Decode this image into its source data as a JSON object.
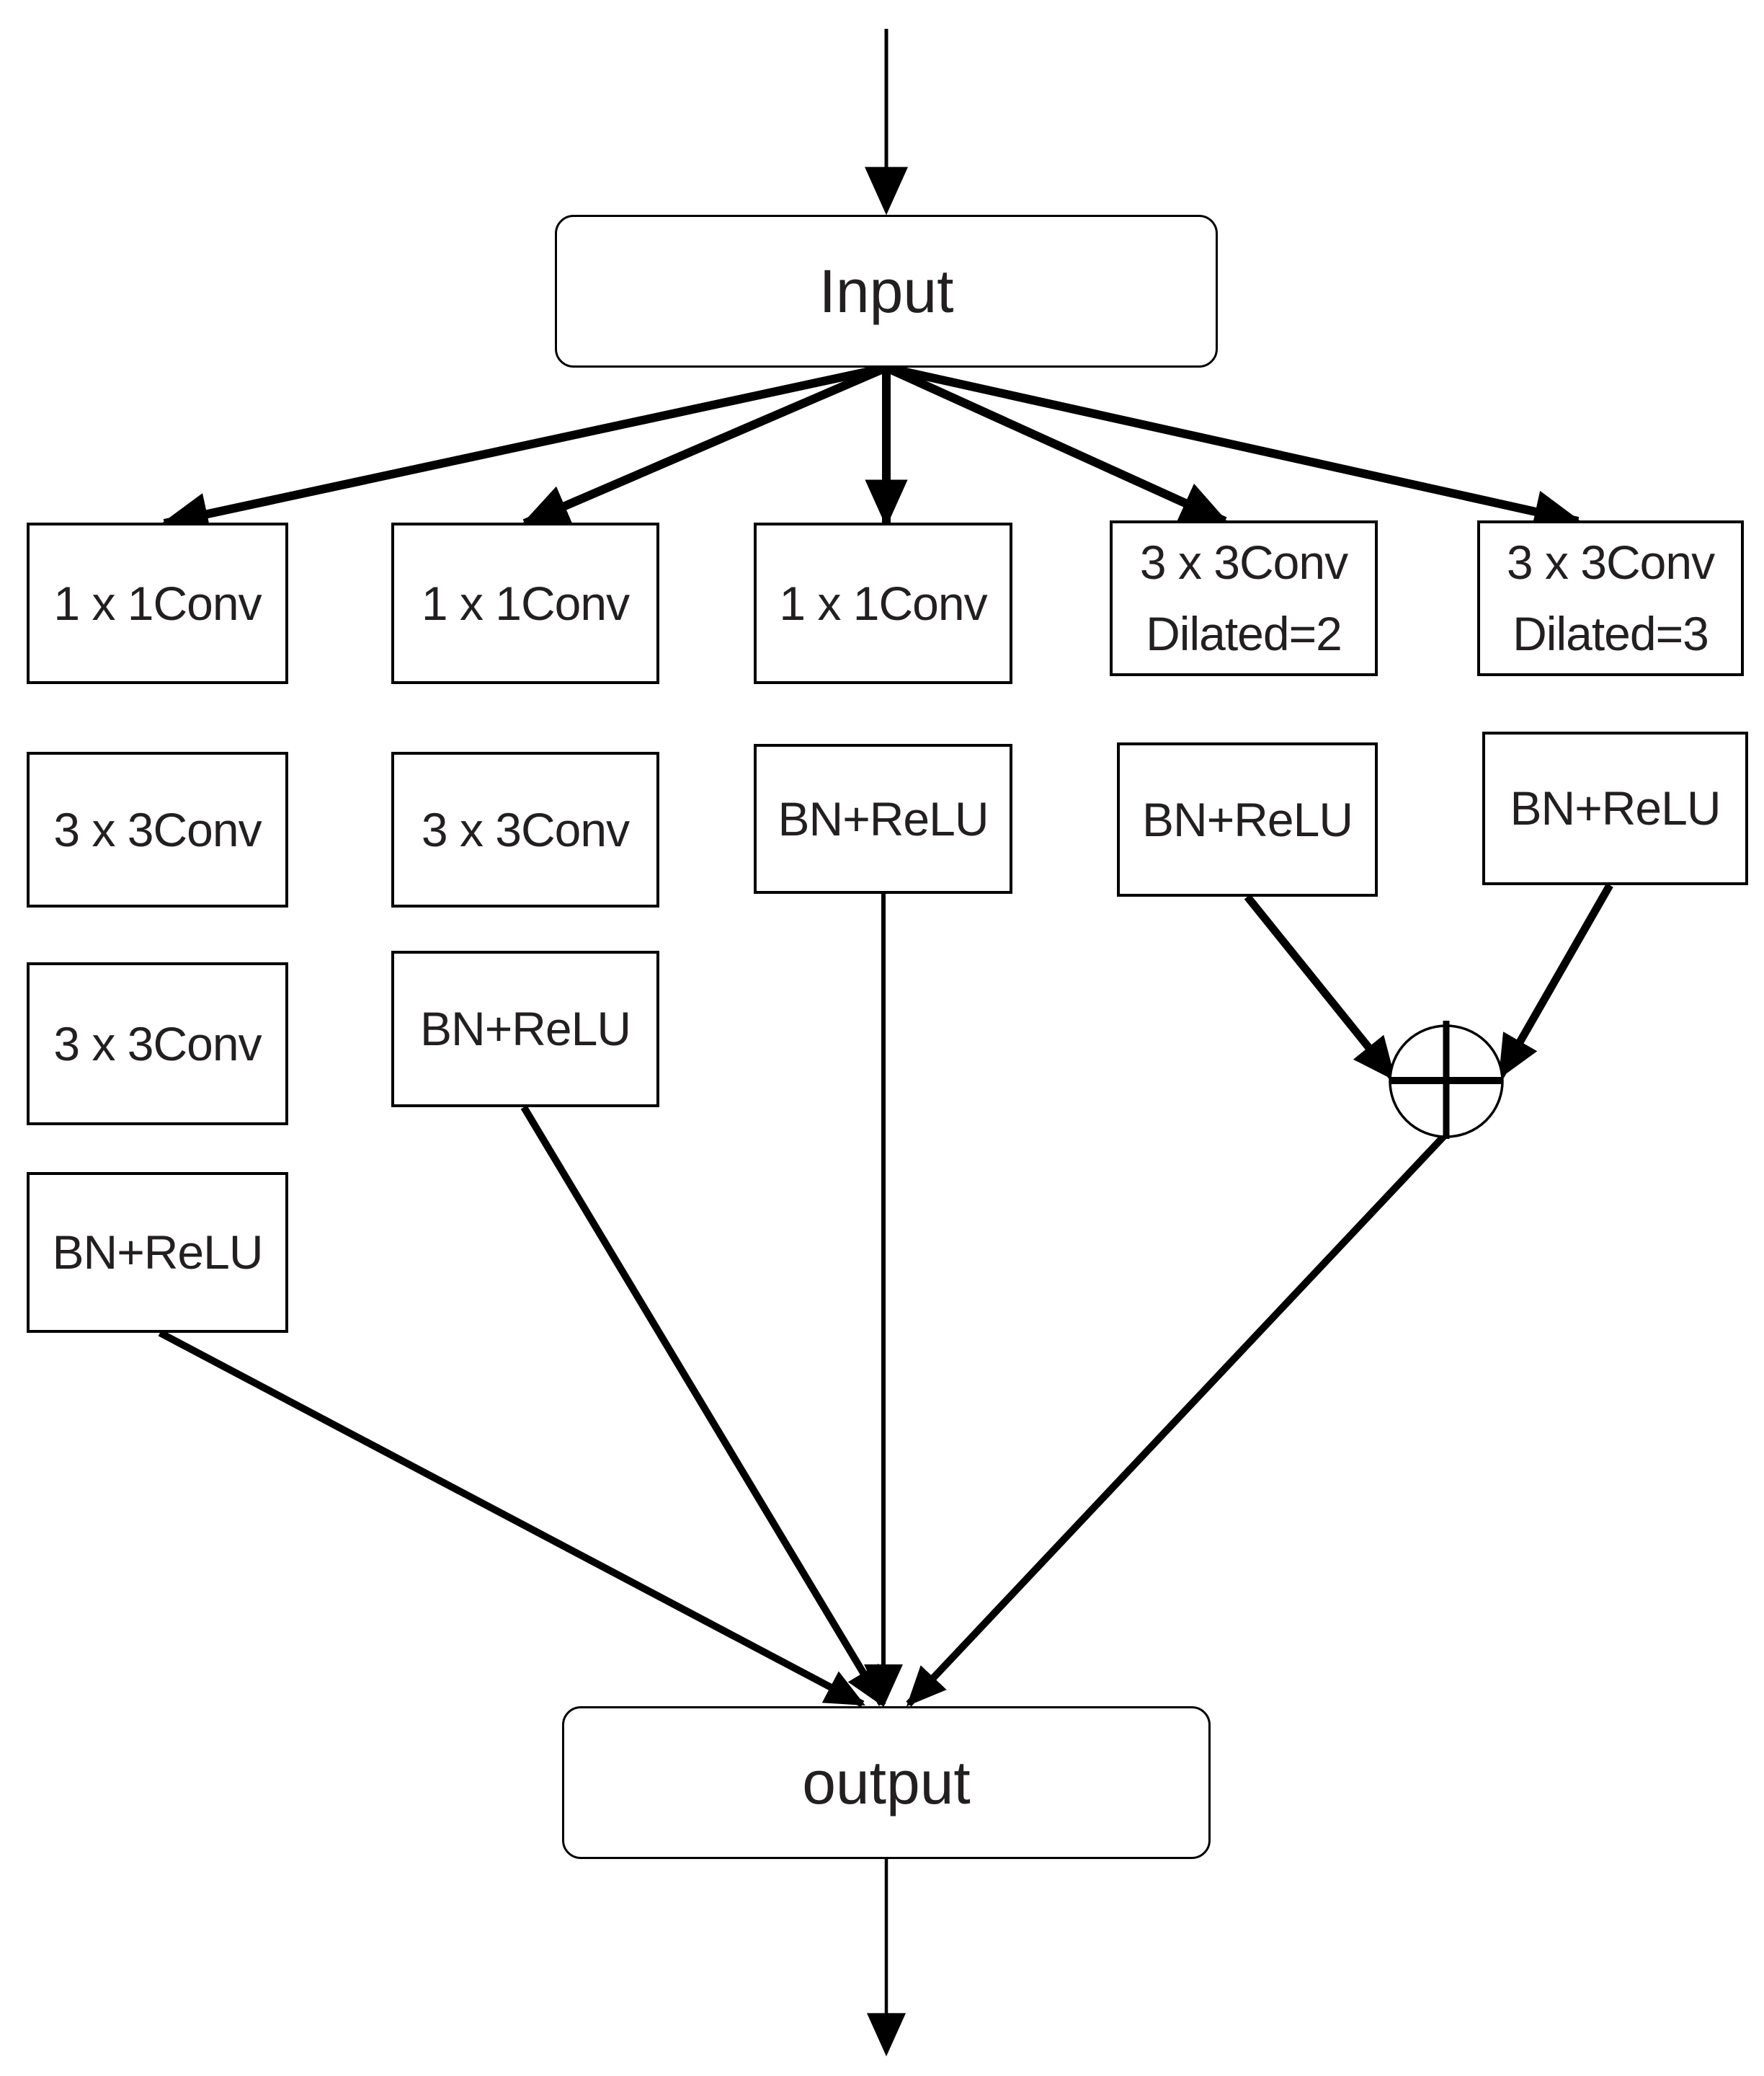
{
  "diagram": {
    "input": {
      "label": "Input"
    },
    "output": {
      "label": "output"
    },
    "junction": {
      "icon": "circle-plus-icon",
      "meaning": "add"
    },
    "branches": [
      {
        "steps": [
          {
            "lines": [
              "1 x 1Conv"
            ]
          },
          {
            "lines": [
              "3 x 3Conv"
            ]
          },
          {
            "lines": [
              "3 x 3Conv"
            ]
          },
          {
            "lines": [
              "BN+ReLU"
            ]
          }
        ]
      },
      {
        "steps": [
          {
            "lines": [
              "1 x 1Conv"
            ]
          },
          {
            "lines": [
              "3 x 3Conv"
            ]
          },
          {
            "lines": [
              "BN+ReLU"
            ]
          }
        ]
      },
      {
        "steps": [
          {
            "lines": [
              "1 x 1Conv"
            ]
          },
          {
            "lines": [
              "BN+ReLU"
            ]
          }
        ]
      },
      {
        "steps": [
          {
            "lines": [
              "3 x 3Conv",
              "Dilated=2"
            ]
          },
          {
            "lines": [
              "BN+ReLU"
            ]
          }
        ]
      },
      {
        "steps": [
          {
            "lines": [
              "3 x 3Conv",
              "Dilated=3"
            ]
          },
          {
            "lines": [
              "BN+ReLU"
            ]
          }
        ]
      }
    ],
    "colors": {
      "line": "#000000",
      "text": "#231f20",
      "box_background": "#ffffff",
      "page_background": "#ffffff"
    }
  }
}
